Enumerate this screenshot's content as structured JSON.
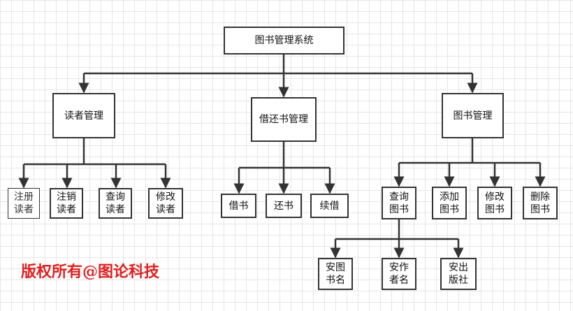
{
  "nodes": {
    "root": "图书管理系统",
    "reader_mgmt": "读者管理",
    "borrow_mgmt": "借还书管理",
    "book_mgmt": "图书管理",
    "register_reader": "注册\n读者",
    "cancel_reader": "注销\n读者",
    "query_reader": "查询\n读者",
    "modify_reader": "修改\n读者",
    "borrow_book": "借书",
    "return_book": "还书",
    "renew_book": "续借",
    "query_book": "查询\n图书",
    "add_book": "添加\n图书",
    "modify_book": "修改\n图书",
    "delete_book": "删除\n图书",
    "by_title": "安图\n书名",
    "by_author": "安作\n者名",
    "by_publisher": "安出\n版社"
  },
  "watermark": "版权所有@图论科技",
  "colors": {
    "line": "#333333",
    "watermark": "#e02020",
    "grid": "#e6e6e6"
  }
}
